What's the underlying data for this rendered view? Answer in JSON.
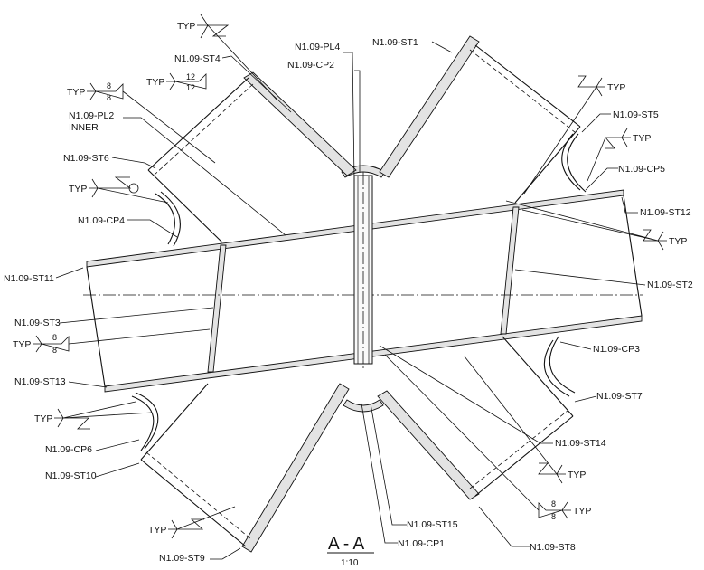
{
  "title": "A - A",
  "scale": "1:10",
  "labels": {
    "pl4": "N1.09-PL4",
    "cp2": "N1.09-CP2",
    "st1": "N1.09-ST1",
    "st4": "N1.09-ST4",
    "pl2": "N1.09-PL2",
    "pl2_inner": "INNER",
    "st6": "N1.09-ST6",
    "cp4": "N1.09-CP4",
    "st11": "N1.09-ST11",
    "st3": "N1.09-ST3",
    "st13": "N1.09-ST13",
    "cp6": "N1.09-CP6",
    "st10": "N1.09-ST10",
    "st9": "N1.09-ST9",
    "st15": "N1.09-ST15",
    "cp1": "N1.09-CP1",
    "st8": "N1.09-ST8",
    "st14": "N1.09-ST14",
    "st7": "N1.09-ST7",
    "cp3": "N1.09-CP3",
    "st2": "N1.09-ST2",
    "st12": "N1.09-ST12",
    "cp5": "N1.09-CP5",
    "st5": "N1.09-ST5"
  },
  "weld_symbols": {
    "typ": "TYP",
    "w1_top": "8",
    "w1_bottom": "8",
    "w2_top": "12",
    "w2_bottom": "12",
    "w3_top": "8",
    "w3_bottom": "8",
    "w4_top": "8",
    "w4_bottom": "8"
  }
}
